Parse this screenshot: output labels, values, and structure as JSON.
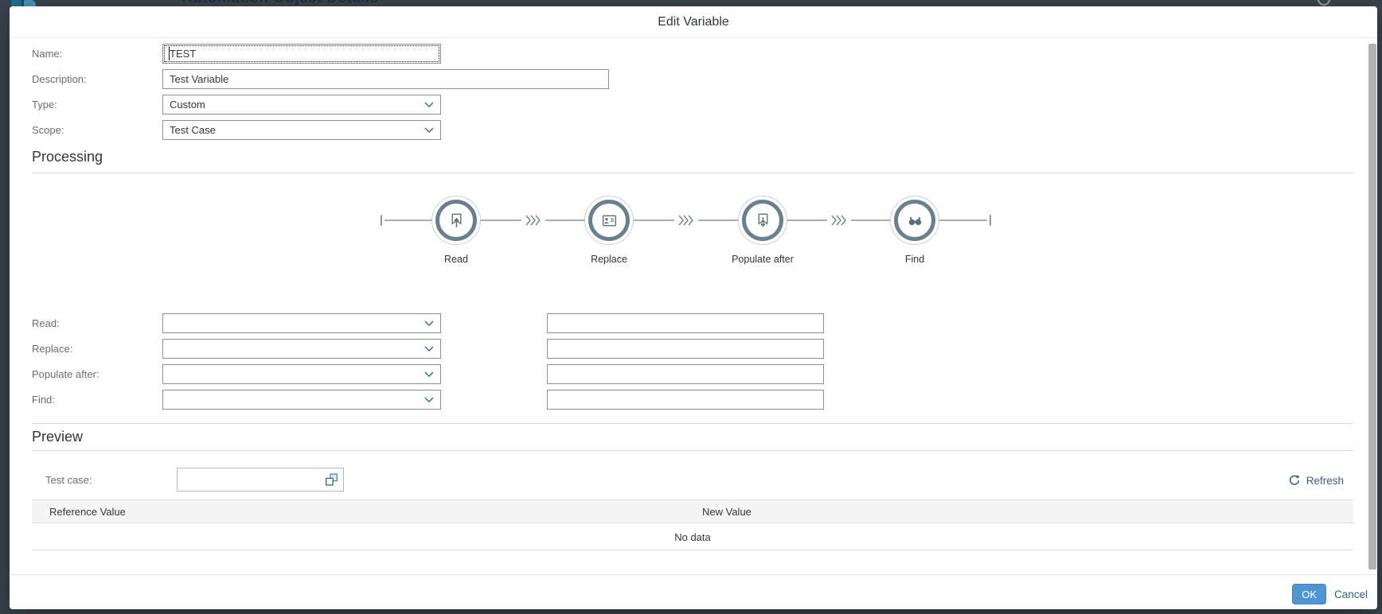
{
  "background": {
    "app_title": "Automation Object Details"
  },
  "dialog": {
    "title": "Edit Variable",
    "form": {
      "name": {
        "label": "Name:",
        "value": "TEST"
      },
      "description": {
        "label": "Description:",
        "value": "Test Variable"
      },
      "type": {
        "label": "Type:",
        "value": "Custom"
      },
      "scope": {
        "label": "Scope:",
        "value": "Test Case"
      }
    },
    "processing": {
      "section_title": "Processing",
      "steps": [
        {
          "label": "Read",
          "icon": "read-step-icon"
        },
        {
          "label": "Replace",
          "icon": "replace-step-icon"
        },
        {
          "label": "Populate after",
          "icon": "populate-after-step-icon"
        },
        {
          "label": "Find",
          "icon": "find-step-icon"
        }
      ],
      "rows": [
        {
          "label": "Read:"
        },
        {
          "label": "Replace:"
        },
        {
          "label": "Populate after:"
        },
        {
          "label": "Find:"
        }
      ]
    },
    "preview": {
      "section_title": "Preview",
      "test_case_label": "Test case:",
      "refresh_label": "Refresh",
      "table": {
        "columns": [
          "Reference Value",
          "New Value"
        ],
        "rows": [],
        "empty_text": "No data"
      }
    },
    "footer": {
      "ok_label": "OK",
      "cancel_label": "Cancel"
    },
    "colors": {
      "ok_button_blue": "#4f94d3",
      "link_blue": "#346187",
      "flow_ring_gray": "#69808e",
      "select_chevron_blue": "#2b6ca3",
      "overlay_background": "#39434d"
    }
  }
}
